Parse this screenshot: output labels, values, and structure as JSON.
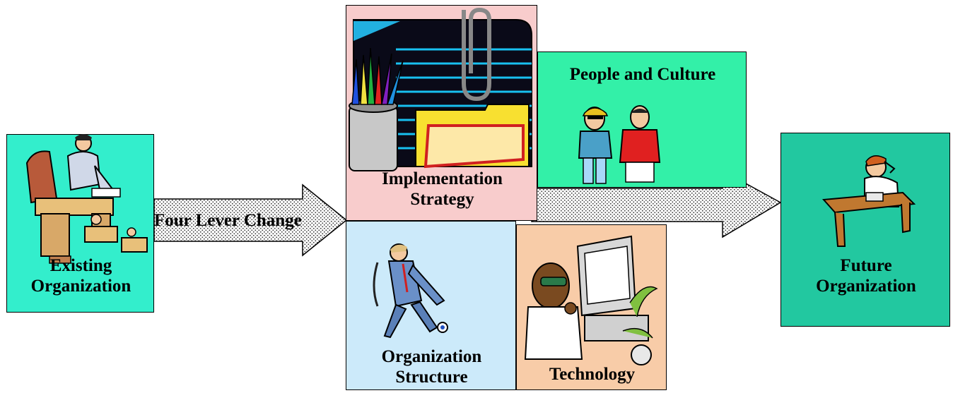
{
  "diagram": {
    "existing": {
      "line1": "Existing",
      "line2": "Organization",
      "color": "#33eecc"
    },
    "arrow_label": "Four Lever Change",
    "implementation": {
      "line1": "Implementation",
      "line2": "Strategy",
      "color": "#f8cccc"
    },
    "people": {
      "label": "People and Culture",
      "color": "#33f0a8"
    },
    "structure": {
      "line1": "Organization",
      "line2": "Structure",
      "color": "#cceafa"
    },
    "technology": {
      "label": "Technology",
      "color": "#f8cca8"
    },
    "future": {
      "line1": "Future",
      "line2": "Organization",
      "color": "#22c8a0"
    }
  }
}
